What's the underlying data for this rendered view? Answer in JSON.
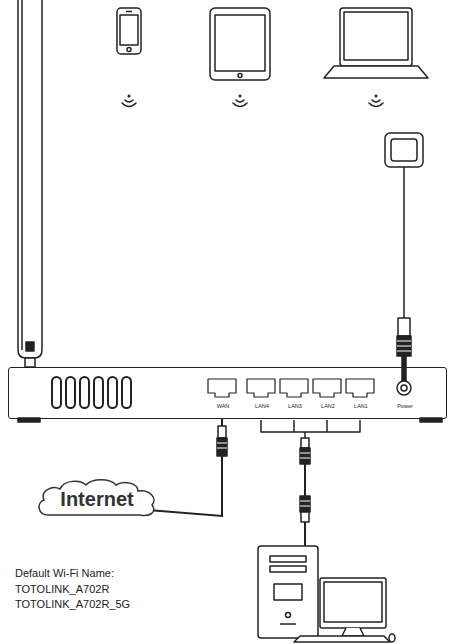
{
  "diagram": {
    "nodes": [
      {
        "text": [
          "WAN",
          "LAN4",
          "LAN3",
          "LAN2",
          "LAN1",
          "Power"
        ]
      },
      {
        "text": [
          "Internet"
        ]
      }
    ],
    "edges": [
      {
        "from": 0,
        "to": 1,
        "arrow": "none"
      }
    ],
    "labels": [
      "Default Wi-Fi Name:",
      "TOTOLINK_A702R",
      "TOTOLINK_A702R_5G"
    ]
  }
}
